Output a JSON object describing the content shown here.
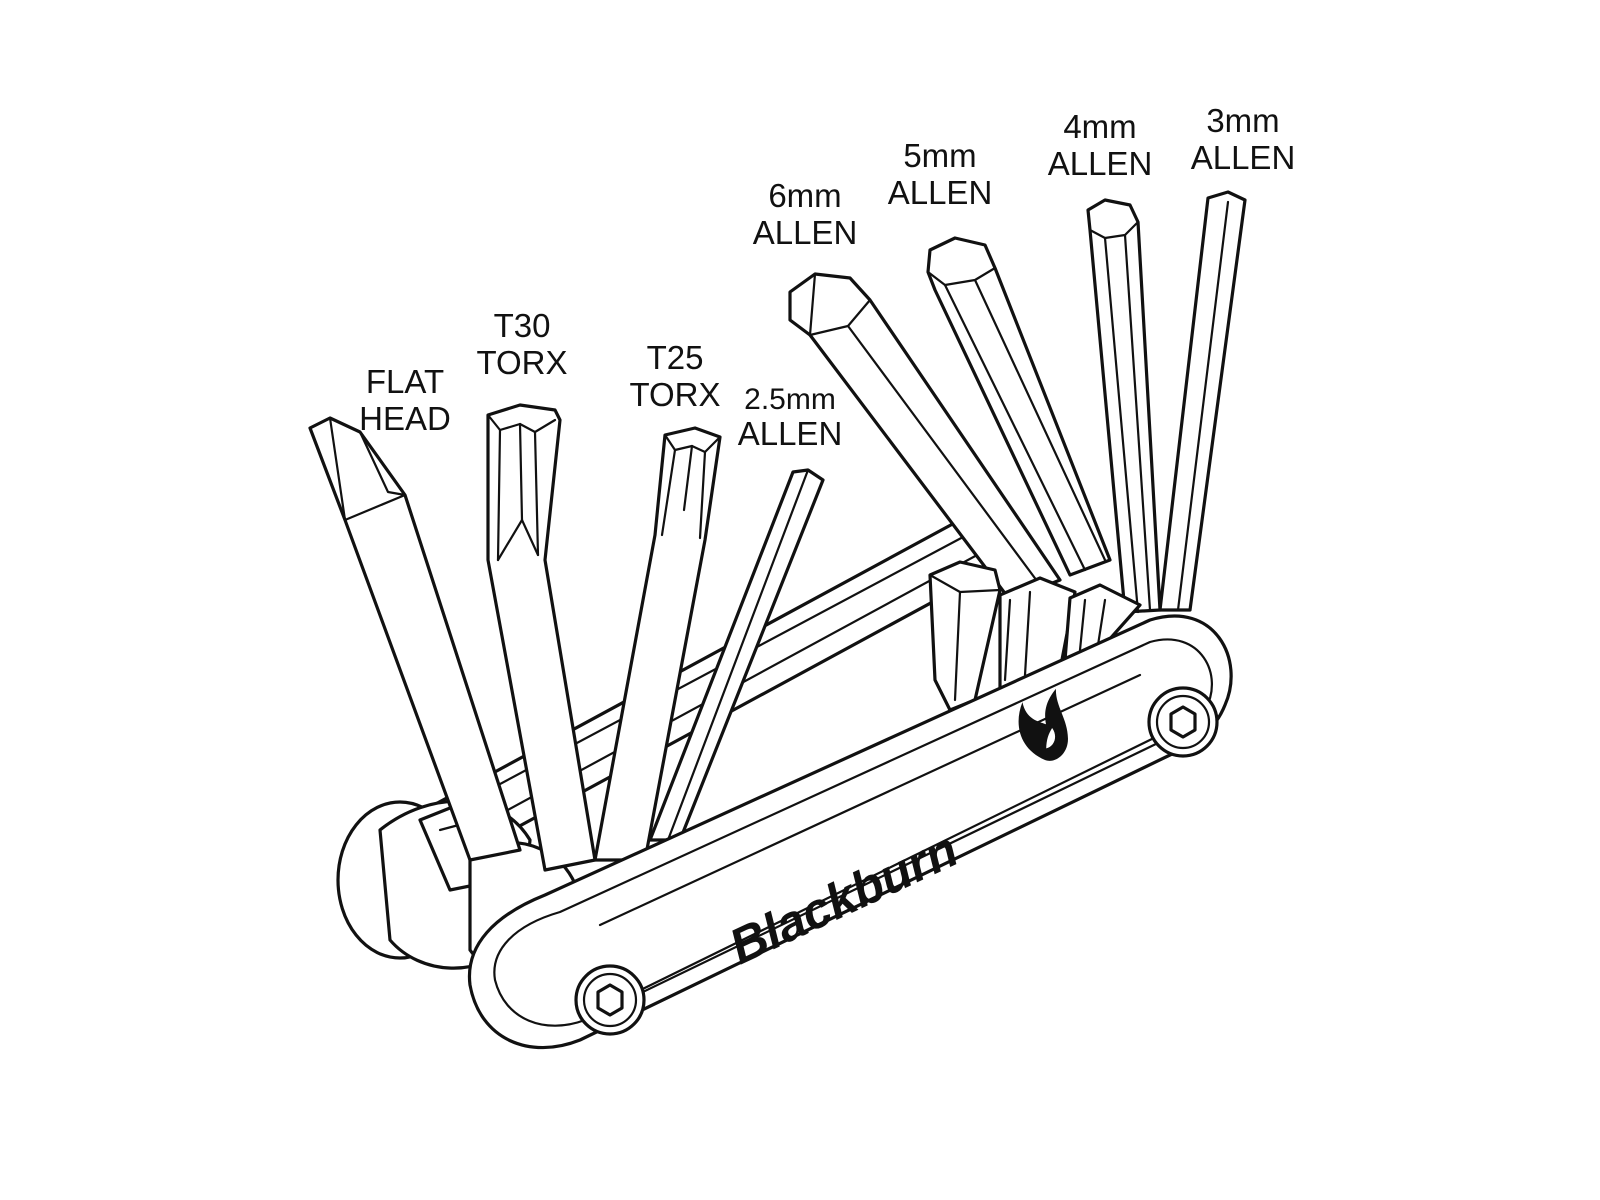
{
  "labels": {
    "flat_head": [
      "FLAT",
      "HEAD"
    ],
    "t30_torx": [
      "T30",
      "TORX"
    ],
    "t25_torx": [
      "T25",
      "TORX"
    ],
    "allen_2_5": [
      "2.5mm",
      "ALLEN"
    ],
    "allen_6": [
      "6mm",
      "ALLEN"
    ],
    "allen_5": [
      "5mm",
      "ALLEN"
    ],
    "allen_4": [
      "4mm",
      "ALLEN"
    ],
    "allen_3": [
      "3mm",
      "ALLEN"
    ]
  },
  "brand": {
    "name": "Blackburn",
    "logo": "flame-icon"
  },
  "colors": {
    "ink": "#111111",
    "background": "#ffffff"
  }
}
